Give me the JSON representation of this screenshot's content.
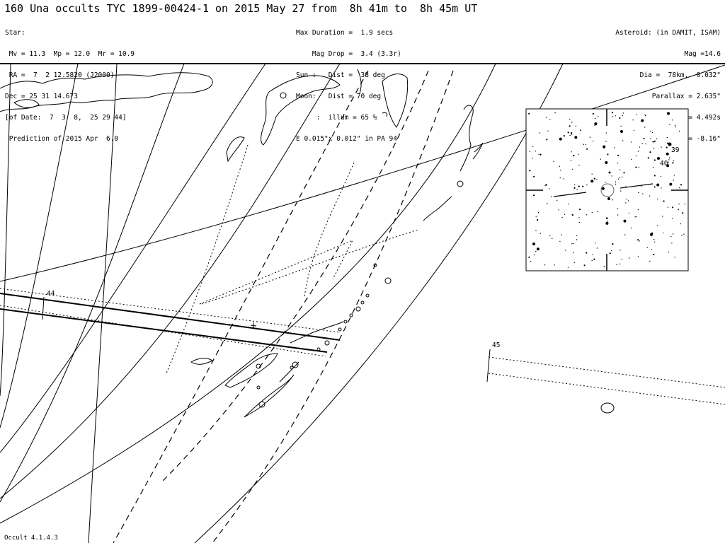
{
  "title": "160 Una occults TYC 1899-00424-1 on 2015 May 27 from  8h 41m to  8h 45m UT",
  "star_block": [
    "Star:",
    " Mv = 11.3  Mp = 12.0  Mr = 10.9",
    " RA =  7  2 12.5820 (J2000)",
    "Dec = 25 31 14.673",
    "[of Date:  7  3  8,  25 29 44]",
    " Prediction of 2015 Apr  6.0"
  ],
  "event_block": [
    "Max Duration =  1.9 secs",
    "    Mag Drop =  3.4 (3.3r)",
    "Sun :   Dist =  38 deg",
    "Moon:   Dist = 70 deg",
    "     :  illum = 65 %",
    "E 0.015\"x 0.012\" in PA 94"
  ],
  "asteroid_block": [
    "Asteroid: (in DAMIT, ISAM)",
    "Mag =14.6",
    "Dia =  78km,  0.032\"",
    "Parallax = 2.635\"",
    "Hourly dRA = 4.492s",
    "dDec = -8.16\""
  ],
  "map_labels": {
    "minute_44": "44",
    "minute_45": "45",
    "star_39": "39",
    "star_40": "40"
  },
  "footer": "Occult 4.1.4.3",
  "colors": {
    "ink": "#000000",
    "paper": "#ffffff"
  },
  "icons": {
    "star_marker": "circle",
    "site_marker": "circle-outline"
  }
}
